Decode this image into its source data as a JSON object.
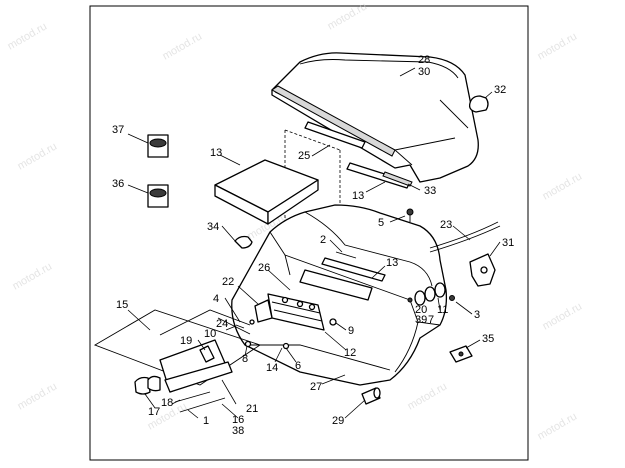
{
  "watermark": "motod.ru",
  "callouts": [
    {
      "id": "c1",
      "text": "1"
    },
    {
      "id": "c2",
      "text": "2"
    },
    {
      "id": "c3",
      "text": "3"
    },
    {
      "id": "c4",
      "text": "4"
    },
    {
      "id": "c5",
      "text": "5"
    },
    {
      "id": "c6",
      "text": "6"
    },
    {
      "id": "c7",
      "text": "7"
    },
    {
      "id": "c8",
      "text": "8"
    },
    {
      "id": "c9",
      "text": "9"
    },
    {
      "id": "c10",
      "text": "10"
    },
    {
      "id": "c11",
      "text": "11"
    },
    {
      "id": "c12",
      "text": "12"
    },
    {
      "id": "c13a",
      "text": "13"
    },
    {
      "id": "c13b",
      "text": "13"
    },
    {
      "id": "c13c",
      "text": "13"
    },
    {
      "id": "c14",
      "text": "14"
    },
    {
      "id": "c15",
      "text": "15"
    },
    {
      "id": "c16",
      "text": "16"
    },
    {
      "id": "c17",
      "text": "17"
    },
    {
      "id": "c18",
      "text": "18"
    },
    {
      "id": "c19",
      "text": "19"
    },
    {
      "id": "c20",
      "text": "20"
    },
    {
      "id": "c21",
      "text": "21"
    },
    {
      "id": "c22",
      "text": "22"
    },
    {
      "id": "c23",
      "text": "23"
    },
    {
      "id": "c24",
      "text": "24"
    },
    {
      "id": "c25",
      "text": "25"
    },
    {
      "id": "c26",
      "text": "26"
    },
    {
      "id": "c27",
      "text": "27"
    },
    {
      "id": "c28",
      "text": "28"
    },
    {
      "id": "c29",
      "text": "29"
    },
    {
      "id": "c30",
      "text": "30"
    },
    {
      "id": "c31",
      "text": "31"
    },
    {
      "id": "c32",
      "text": "32"
    },
    {
      "id": "c33",
      "text": "33"
    },
    {
      "id": "c34",
      "text": "34"
    },
    {
      "id": "c35",
      "text": "35"
    },
    {
      "id": "c36",
      "text": "36"
    },
    {
      "id": "c37",
      "text": "37"
    },
    {
      "id": "c38",
      "text": "38"
    },
    {
      "id": "c39",
      "text": "39"
    }
  ]
}
